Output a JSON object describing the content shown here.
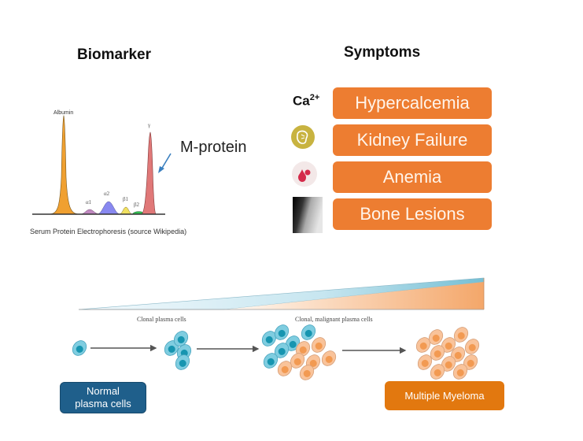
{
  "biomarker": {
    "title": "Biomarker",
    "caption": "Serum Protein Electrophoresis (source Wikipedia)",
    "peaks": [
      {
        "label": "Albumin",
        "color": "#f0a030"
      },
      {
        "label": "α1",
        "color": "#c088c0"
      },
      {
        "label": "α2",
        "color": "#8888f0"
      },
      {
        "label": "β1",
        "color": "#f0e060"
      },
      {
        "label": "β2",
        "color": "#30c050"
      },
      {
        "label": "γ",
        "color": "#e07878"
      }
    ],
    "annotation": "M-protein"
  },
  "symptoms": {
    "title": "Symptoms",
    "items": [
      {
        "label": "Hypercalcemia",
        "icon": "calcium-ion-icon",
        "icon_text": "Ca",
        "icon_sup": "2+"
      },
      {
        "label": "Kidney Failure",
        "icon": "kidney-icon"
      },
      {
        "label": "Anemia",
        "icon": "blood-drop-icon"
      },
      {
        "label": "Bone Lesions",
        "icon": "xray-icon"
      }
    ],
    "box_color": "#ed7d31"
  },
  "progression": {
    "stage_labels": [
      "Clonal plasma cells",
      "Clonal, malignant plasma cells"
    ],
    "start_label": "Normal\nplasma cells",
    "start_label_line1": "Normal",
    "start_label_line2": "plasma cells",
    "end_label": "Multiple Myeloma",
    "colors": {
      "normal": "#1f5f8b",
      "myeloma": "#e2780f",
      "clonal_cell": "#5cc0d6",
      "malignant_cell": "#f6ad70"
    }
  }
}
